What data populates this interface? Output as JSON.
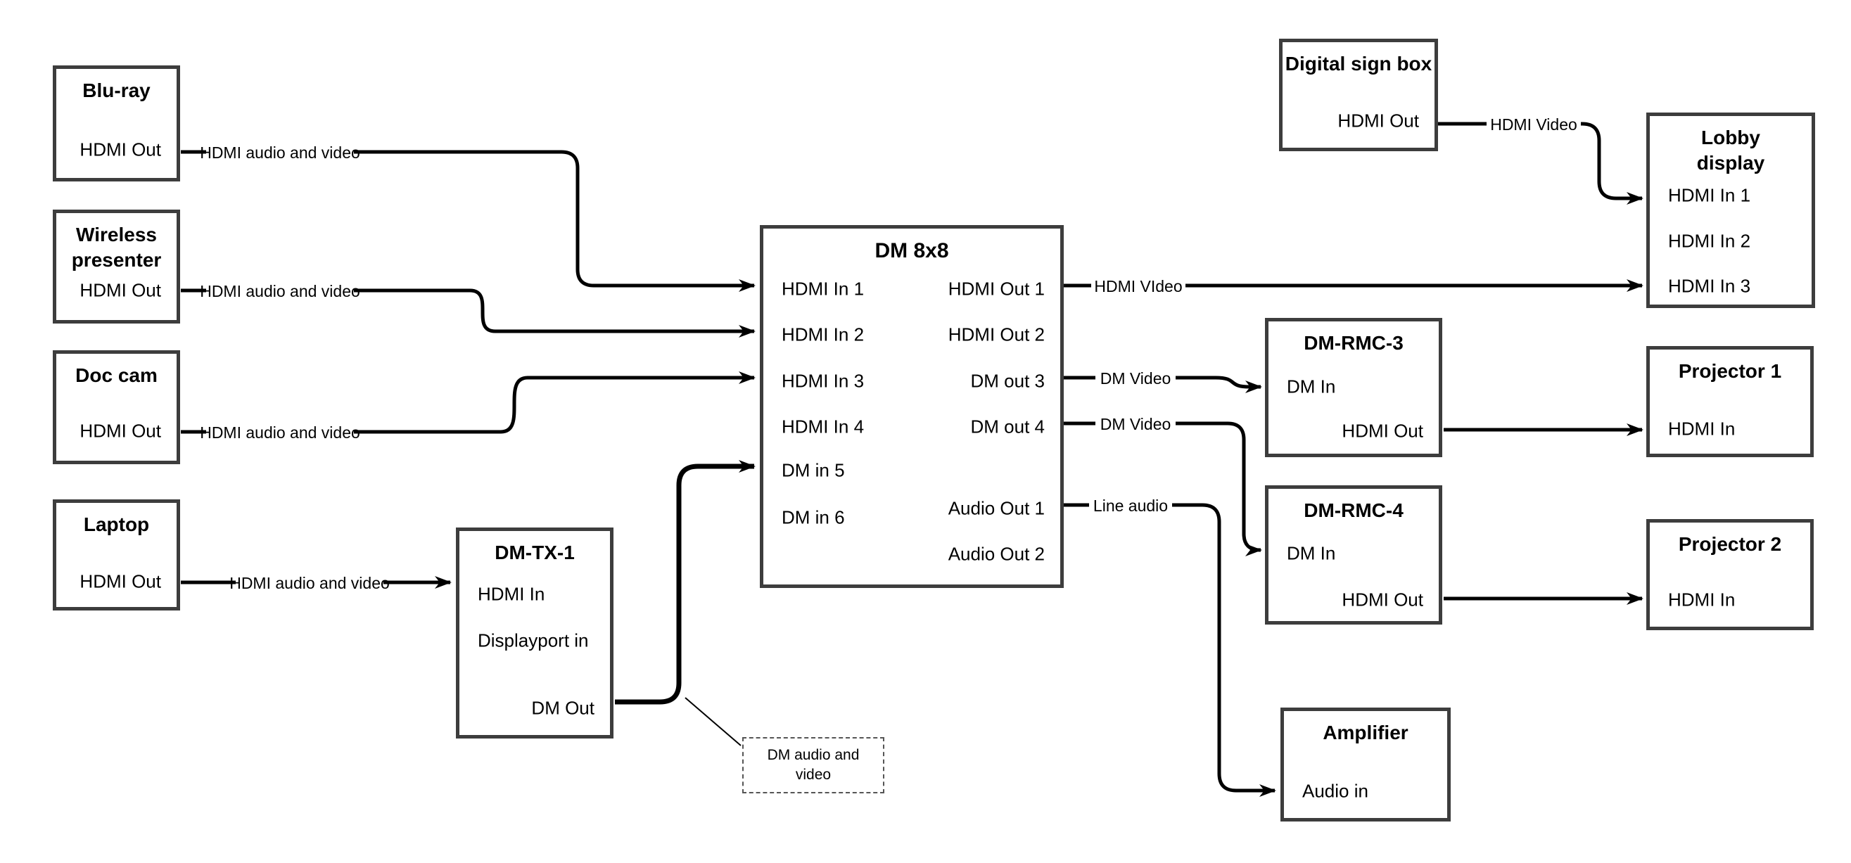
{
  "nodes": {
    "bluray": {
      "title": "Blu-ray",
      "ports": {
        "hdmi_out": "HDMI Out"
      }
    },
    "wireless": {
      "title": "Wireless presenter",
      "ports": {
        "hdmi_out": "HDMI Out"
      }
    },
    "doccam": {
      "title": "Doc cam",
      "ports": {
        "hdmi_out": "HDMI Out"
      }
    },
    "laptop": {
      "title": "Laptop",
      "ports": {
        "hdmi_out": "HDMI Out"
      }
    },
    "dmtx1": {
      "title": "DM-TX-1",
      "ports": {
        "hdmi_in": "HDMI In",
        "displayport_in": "Displayport in",
        "dm_out": "DM Out"
      }
    },
    "dm8x8": {
      "title": "DM 8x8",
      "ports": {
        "hdmi_in_1": "HDMI In 1",
        "hdmi_in_2": "HDMI In 2",
        "hdmi_in_3": "HDMI In 3",
        "hdmi_in_4": "HDMI In 4",
        "dm_in_5": "DM in 5",
        "dm_in_6": "DM in 6",
        "hdmi_out_1": "HDMI Out 1",
        "hdmi_out_2": "HDMI Out 2",
        "dm_out_3": "DM out 3",
        "dm_out_4": "DM out 4",
        "audio_out_1": "Audio Out 1",
        "audio_out_2": "Audio Out 2"
      }
    },
    "digisign": {
      "title": "Digital sign box",
      "ports": {
        "hdmi_out": "HDMI Out"
      }
    },
    "lobby": {
      "title": "Lobby display",
      "ports": {
        "hdmi_in_1": "HDMI In 1",
        "hdmi_in_2": "HDMI In 2",
        "hdmi_in_3": "HDMI In 3"
      }
    },
    "dmrmc3": {
      "title": "DM-RMC-3",
      "ports": {
        "dm_in": "DM In",
        "hdmi_out": "HDMI Out"
      }
    },
    "proj1": {
      "title": "Projector 1",
      "ports": {
        "hdmi_in": "HDMI In"
      }
    },
    "dmrmc4": {
      "title": "DM-RMC-4",
      "ports": {
        "dm_in": "DM In",
        "hdmi_out": "HDMI Out"
      }
    },
    "proj2": {
      "title": "Projector 2",
      "ports": {
        "hdmi_in": "HDMI In"
      }
    },
    "amp": {
      "title": "Amplifier",
      "ports": {
        "audio_in": "Audio in"
      }
    }
  },
  "connections": {
    "bluray_to_dm8x8": {
      "label": "HDMI audio and video"
    },
    "wireless_to_dm8x8": {
      "label": "HDMI audio and video"
    },
    "doccam_to_dm8x8": {
      "label": "HDMI audio and video"
    },
    "laptop_to_dmtx1": {
      "label": "HDMI audio and video"
    },
    "dm8x8_to_lobby": {
      "label": "HDMI VIdeo"
    },
    "dm8x8_to_dmrmc3": {
      "label": "DM Video"
    },
    "dm8x8_to_dmrmc4": {
      "label": "DM Video"
    },
    "dm8x8_to_amp": {
      "label": "Line audio"
    },
    "digisign_to_lobby": {
      "label": "HDMI Video"
    }
  },
  "note": {
    "text": "DM audio and video"
  },
  "colors": {
    "background": "#ffffff",
    "wire": "#000000",
    "border": "#3d3d3d",
    "text": "#000000"
  }
}
